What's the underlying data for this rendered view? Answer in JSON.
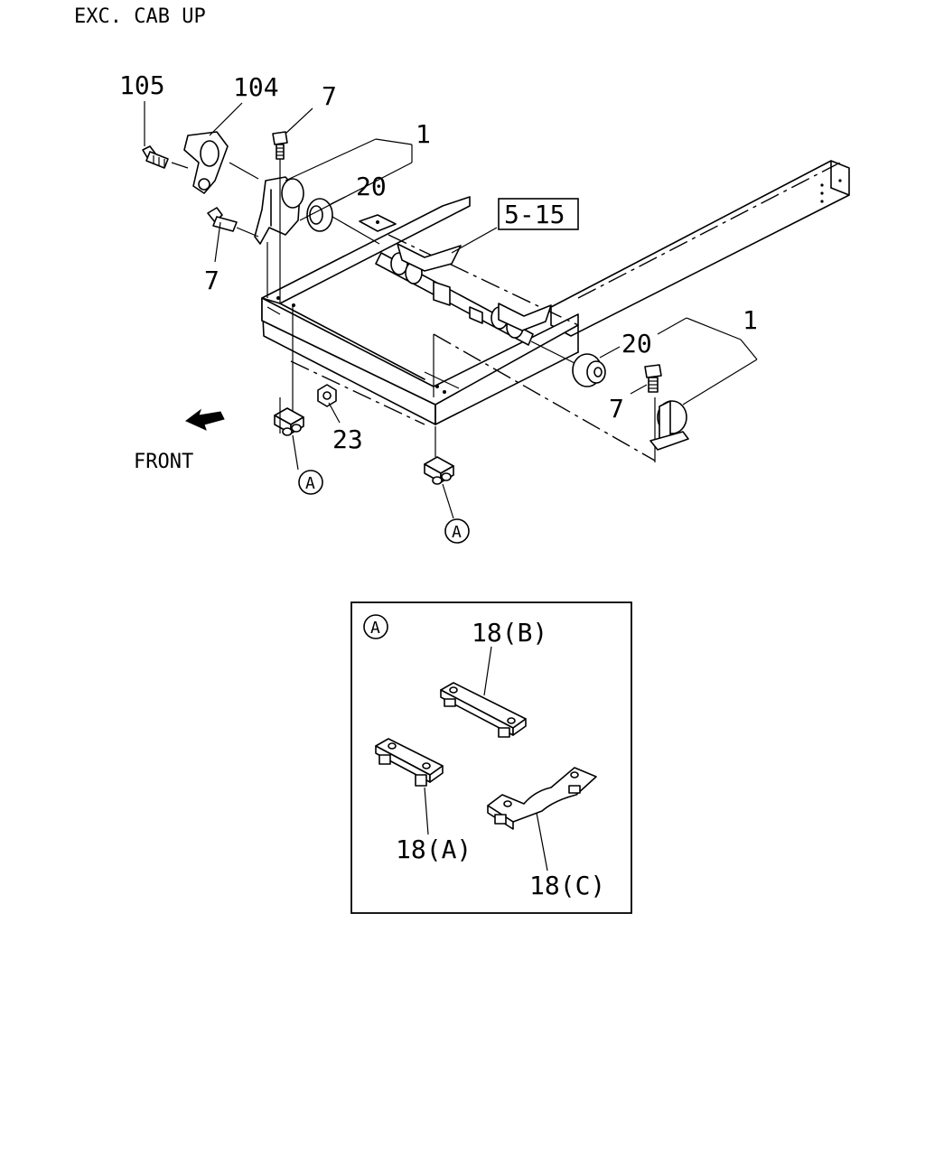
{
  "header": {
    "title": "EXC. CAB UP"
  },
  "callouts": {
    "part_105": "105",
    "part_104": "104",
    "part_7_top": "7",
    "part_1_top": "1",
    "part_20_top": "20",
    "ref_5_15": "5-15",
    "part_7_left": "7",
    "part_1_right": "1",
    "part_20_right": "20",
    "part_7_right": "7",
    "part_23": "23",
    "front": "FRONT",
    "marker_a_left": "A",
    "marker_a_mid": "A"
  },
  "detail_a": {
    "marker": "A",
    "label_b": "18(B)",
    "label_a": "18(A)",
    "label_c": "18(C)"
  }
}
